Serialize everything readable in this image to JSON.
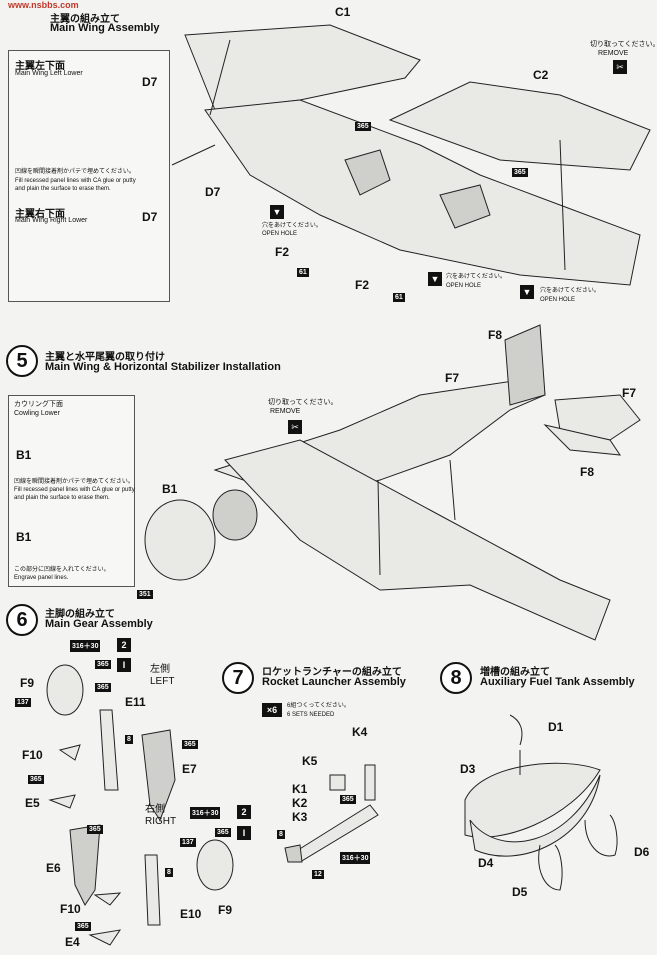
{
  "watermark": "www.nsbbs.com",
  "step4": {
    "title_jp": "主翼の組み立て",
    "title_en": "Main Wing Assembly",
    "panel_left_lower_jp": "主翼左下面",
    "panel_left_lower_en": "Main Wing Left Lower",
    "panel_right_lower_jp": "主翼右下面",
    "panel_right_lower_en": "Main Wing Right Lower",
    "fill_note_jp": "凹線を瞬間接着剤かパテで埋めてください。",
    "fill_note_en1": "Fill recessed panel lines with CA glue or putty",
    "fill_note_en2": "and plain the surface to erase them.",
    "open_hole_jp": "穴をあけてください。",
    "open_hole_en": "OPEN HOLE",
    "remove_jp": "切り取ってください。",
    "remove_en": "REMOVE",
    "parts": {
      "c1": "C1",
      "c2": "C2",
      "d7a": "D7",
      "d7b": "D7",
      "d7c": "D7",
      "f2a": "F2",
      "f2b": "F2"
    },
    "badges": {
      "b365a": "365",
      "b365b": "365",
      "b61a": "61",
      "b61b": "61"
    }
  },
  "step5": {
    "num": "5",
    "title_jp": "主翼と水平尾翼の取り付け",
    "title_en": "Main Wing & Horizontal Stabilizer Installation",
    "cowl_jp": "カウリング下面",
    "cowl_en": "Cowling Lower",
    "engrave_jp": "この部分に凹線を入れてください。",
    "engrave_en": "Engrave panel lines.",
    "remove_jp": "切り取ってください。",
    "remove_en": "REMOVE",
    "parts": {
      "b1a": "B1",
      "b1b": "B1",
      "b1c": "B1",
      "f7a": "F7",
      "f7b": "F7",
      "f8a": "F8",
      "f8b": "F8"
    },
    "badges": {
      "b351": "351"
    }
  },
  "step6": {
    "num": "6",
    "title_jp": "主脚の組み立て",
    "title_en": "Main Gear Assembly",
    "left_jp": "左側",
    "left_en": "LEFT",
    "right_jp": "右側",
    "right_en": "RIGHT",
    "mix": "316＋30",
    "icon2": "2",
    "icon1": "I",
    "parts": {
      "f9a": "F9",
      "f9b": "F9",
      "e11": "E11",
      "f10a": "F10",
      "f10b": "F10",
      "e5": "E5",
      "e7": "E7",
      "e6": "E6",
      "e10": "E10",
      "e4": "E4"
    },
    "badges": {
      "b137a": "137",
      "b137b": "137",
      "b365": "365",
      "b8": "8"
    }
  },
  "step7": {
    "num": "7",
    "title_jp": "ロケットランチャーの組み立て",
    "title_en": "Rocket Launcher Assembly",
    "times": "×6",
    "sets_jp": "6組つくってください。",
    "sets_en": "6 SETS NEEDED",
    "parts": {
      "k4": "K4",
      "k5": "K5",
      "k1": "K1",
      "k2": "K2",
      "k3": "K3"
    },
    "badges": {
      "b365": "365",
      "b8": "8",
      "b12": "12",
      "mix": "316＋30"
    }
  },
  "step8": {
    "num": "8",
    "title_jp": "増槽の組み立て",
    "title_en": "Auxiliary Fuel Tank Assembly",
    "parts": {
      "d1": "D1",
      "d3": "D3",
      "d4": "D4",
      "d5": "D5",
      "d6": "D6"
    }
  }
}
